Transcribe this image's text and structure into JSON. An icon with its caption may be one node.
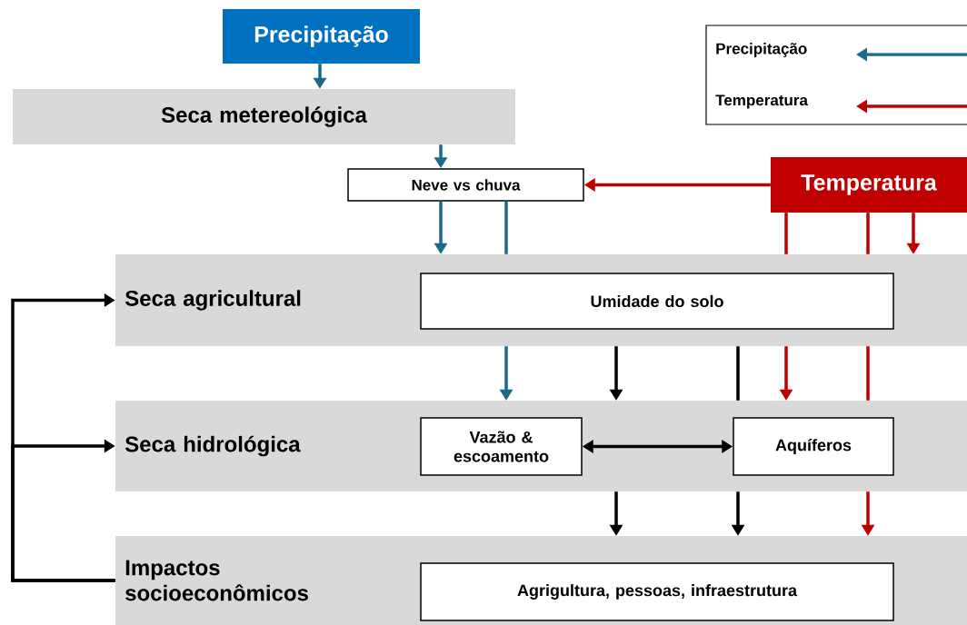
{
  "diagram": {
    "nodes": [
      {
        "text": [
          "Precipitação"
        ]
      },
      {
        "text": [
          "Seca metereológica"
        ]
      },
      {
        "text": [
          "Neve vs chuva"
        ]
      },
      {
        "text": [
          "Temperatura"
        ]
      },
      {
        "text": [
          "Seca agricultural"
        ]
      },
      {
        "text": [
          "Umidade do solo"
        ],
        "in": 4
      },
      {
        "text": [
          "Seca hidrológica"
        ]
      },
      {
        "text": [
          "Vazão & escoamento"
        ],
        "in": 6
      },
      {
        "text": [
          "Aquíferos"
        ],
        "in": 6
      },
      {
        "text": [
          "Impactos socioeconômicos"
        ]
      },
      {
        "text": [
          "Agrigultura, pessoas, infraestrutura"
        ],
        "in": 9
      }
    ],
    "edges": [
      {
        "from": 0,
        "to": 1,
        "arrow": "to",
        "color": "#1b6a8c"
      },
      {
        "from": 1,
        "to": 2,
        "arrow": "to",
        "color": "#1b6a8c"
      },
      {
        "from": 3,
        "to": 2,
        "arrow": "to",
        "color": "#c00000"
      },
      {
        "from": 2,
        "to": 4,
        "arrow": "to",
        "color": "#1b6a8c"
      },
      {
        "from": 2,
        "to": 4,
        "arrow": "none",
        "color": "#1b6a8c"
      },
      {
        "from": 4,
        "to": 6,
        "arrow": "to",
        "color": "#1b6a8c"
      },
      {
        "from": 3,
        "to": 4,
        "arrow": "to",
        "color": "#c00000"
      },
      {
        "from": 3,
        "to": 4,
        "arrow": "none",
        "color": "#c00000"
      },
      {
        "from": 4,
        "to": 6,
        "arrow": "to",
        "color": "#c00000"
      },
      {
        "from": 3,
        "to": 4,
        "arrow": "none",
        "color": "#c00000"
      },
      {
        "from": 4,
        "to": 6,
        "arrow": "none",
        "color": "#c00000"
      },
      {
        "from": 6,
        "to": 9,
        "arrow": "to",
        "color": "#c00000"
      },
      {
        "from": 4,
        "to": 6,
        "arrow": "to",
        "color": "#000000"
      },
      {
        "from": 4,
        "to": 6,
        "arrow": "none",
        "color": "#000000"
      },
      {
        "from": 6,
        "to": 9,
        "arrow": "to",
        "color": "#000000"
      },
      {
        "from": 6,
        "to": 9,
        "arrow": "to",
        "color": "#000000"
      },
      {
        "from": 7,
        "to": 8,
        "arrow": "both",
        "color": "#000000"
      },
      {
        "from": 9,
        "to": 4,
        "arrow": "to",
        "color": "#000000"
      },
      {
        "from": 9,
        "to": 6,
        "arrow": "to",
        "color": "#000000"
      }
    ],
    "legend": [
      {
        "text": "Precipitação"
      },
      {
        "text": "Temperatura"
      }
    ]
  }
}
